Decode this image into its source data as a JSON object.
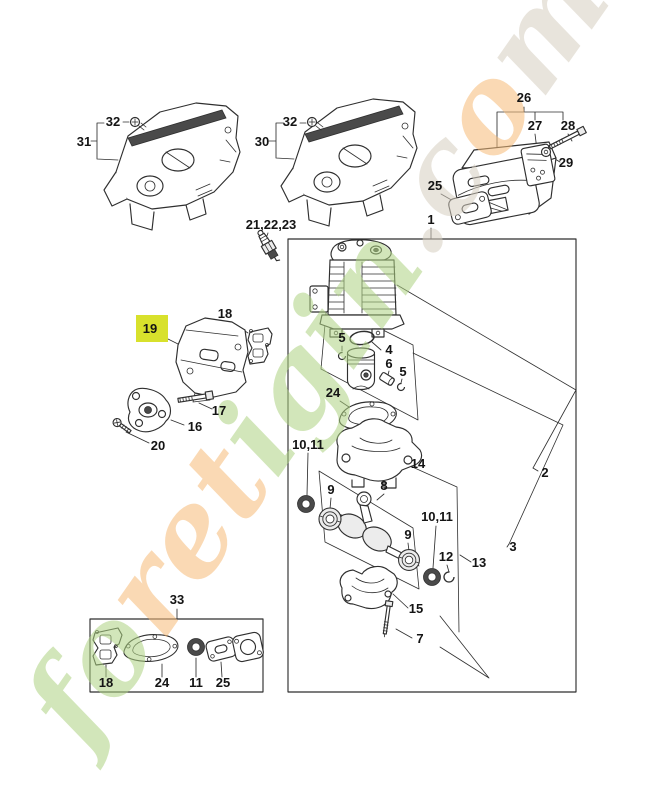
{
  "labels": {
    "l31": "31",
    "l32a": "32",
    "l30": "30",
    "l32b": "32",
    "l26": "26",
    "l27": "27",
    "l28": "28",
    "l29": "29",
    "l25_muffler": "25",
    "l21_22_23": "21,22,23",
    "l1": "1",
    "l19": "19",
    "l18_manifold": "18",
    "l17": "17",
    "l16": "16",
    "l20": "20",
    "l5a": "5",
    "l4": "4",
    "l6": "6",
    "l5b": "5",
    "l24_panel": "24",
    "l10_11_left": "10,11",
    "l14": "14",
    "l8": "8",
    "l9_left": "9",
    "l9_right": "9",
    "l10_11_right": "10,11",
    "l12": "12",
    "l13": "13",
    "l3": "3",
    "l2": "2",
    "l15": "15",
    "l7": "7",
    "l33": "33",
    "l18_set": "18",
    "l24_set": "24",
    "l11_set": "11",
    "l25_set": "25"
  },
  "watermark": {
    "text": "foretigin.com",
    "letter_colors": [
      "green",
      "green",
      "orange",
      "orange",
      "orange",
      "green",
      "green",
      "green",
      "green",
      "tan",
      "tan",
      "orange",
      "tan"
    ],
    "palette": {
      "green": "#aed382",
      "orange": "#f6bb78",
      "tan": "#d7cfc1"
    },
    "opacity": 0.55
  },
  "colors": {
    "line": "#2f2f2f",
    "label": "#141414",
    "highlight": "#d8e12c",
    "background": "#ffffff"
  }
}
